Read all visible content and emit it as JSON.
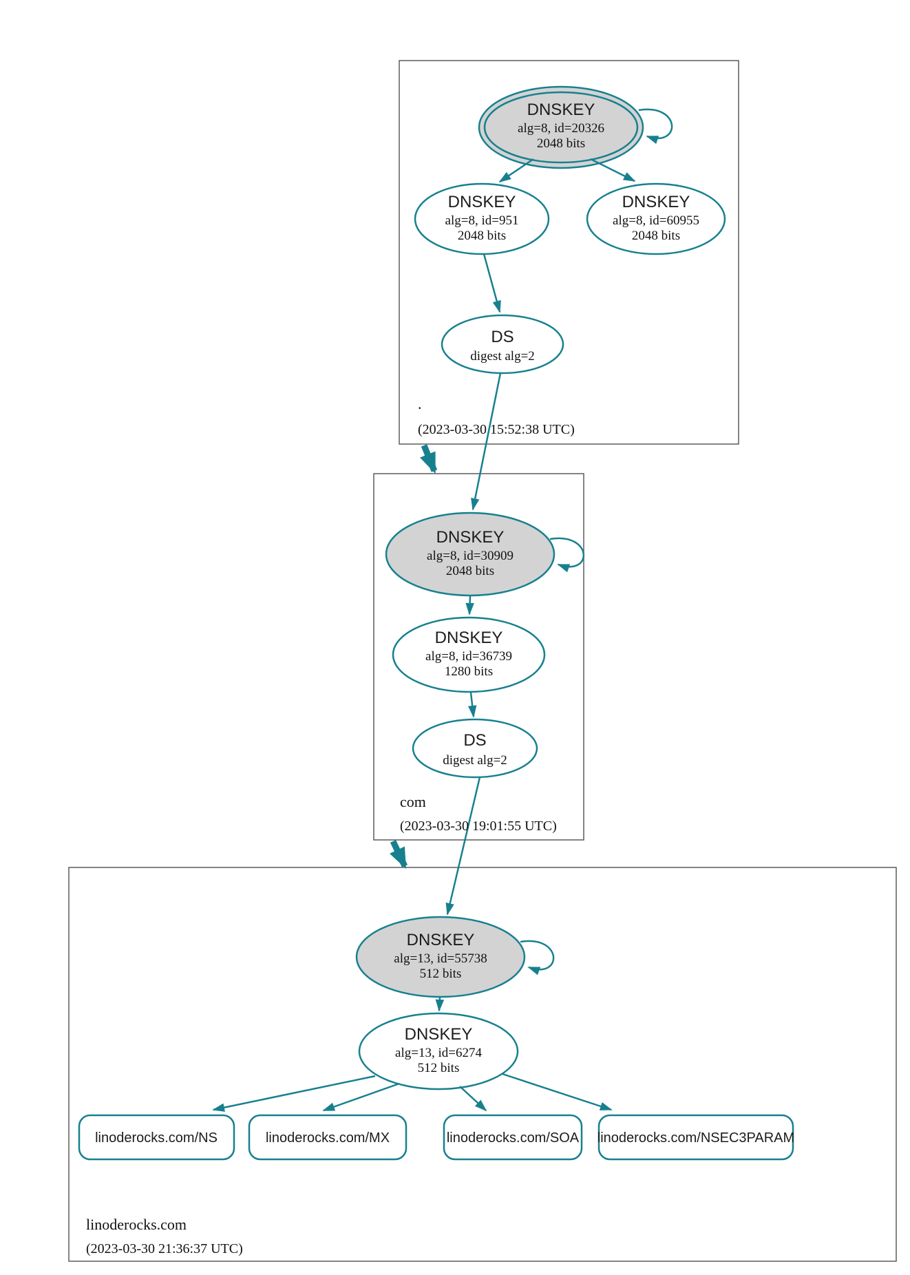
{
  "diagram_type": "dnssec-authentication-chain",
  "colors": {
    "edge": "#17808f",
    "node_border": "#17808f",
    "ksk_fill": "#d3d3d3",
    "node_fill": "#ffffff",
    "zone_border": "#5c5c5c",
    "background": "#ffffff",
    "text": "#1c1c1c"
  },
  "zones": [
    {
      "label": ".",
      "timestamp": "(2023-03-30 15:52:38 UTC)",
      "nodes": {
        "ksk": {
          "title": "DNSKEY",
          "detail": "alg=8, id=20326",
          "bits": "2048 bits"
        },
        "zsk1": {
          "title": "DNSKEY",
          "detail": "alg=8, id=951",
          "bits": "2048 bits"
        },
        "zsk2": {
          "title": "DNSKEY",
          "detail": "alg=8, id=60955",
          "bits": "2048 bits"
        },
        "ds": {
          "title": "DS",
          "detail": "digest alg=2"
        }
      }
    },
    {
      "label": "com",
      "timestamp": "(2023-03-30 19:01:55 UTC)",
      "nodes": {
        "ksk": {
          "title": "DNSKEY",
          "detail": "alg=8, id=30909",
          "bits": "2048 bits"
        },
        "zsk": {
          "title": "DNSKEY",
          "detail": "alg=8, id=36739",
          "bits": "1280 bits"
        },
        "ds": {
          "title": "DS",
          "detail": "digest alg=2"
        }
      }
    },
    {
      "label": "linoderocks.com",
      "timestamp": "(2023-03-30 21:36:37 UTC)",
      "nodes": {
        "ksk": {
          "title": "DNSKEY",
          "detail": "alg=13, id=55738",
          "bits": "512 bits"
        },
        "zsk": {
          "title": "DNSKEY",
          "detail": "alg=13, id=6274",
          "bits": "512 bits"
        }
      },
      "rrsets": [
        {
          "label": "linoderocks.com/NS"
        },
        {
          "label": "linoderocks.com/MX"
        },
        {
          "label": "linoderocks.com/SOA"
        },
        {
          "label": "linoderocks.com/NSEC3PARAM"
        }
      ]
    }
  ]
}
